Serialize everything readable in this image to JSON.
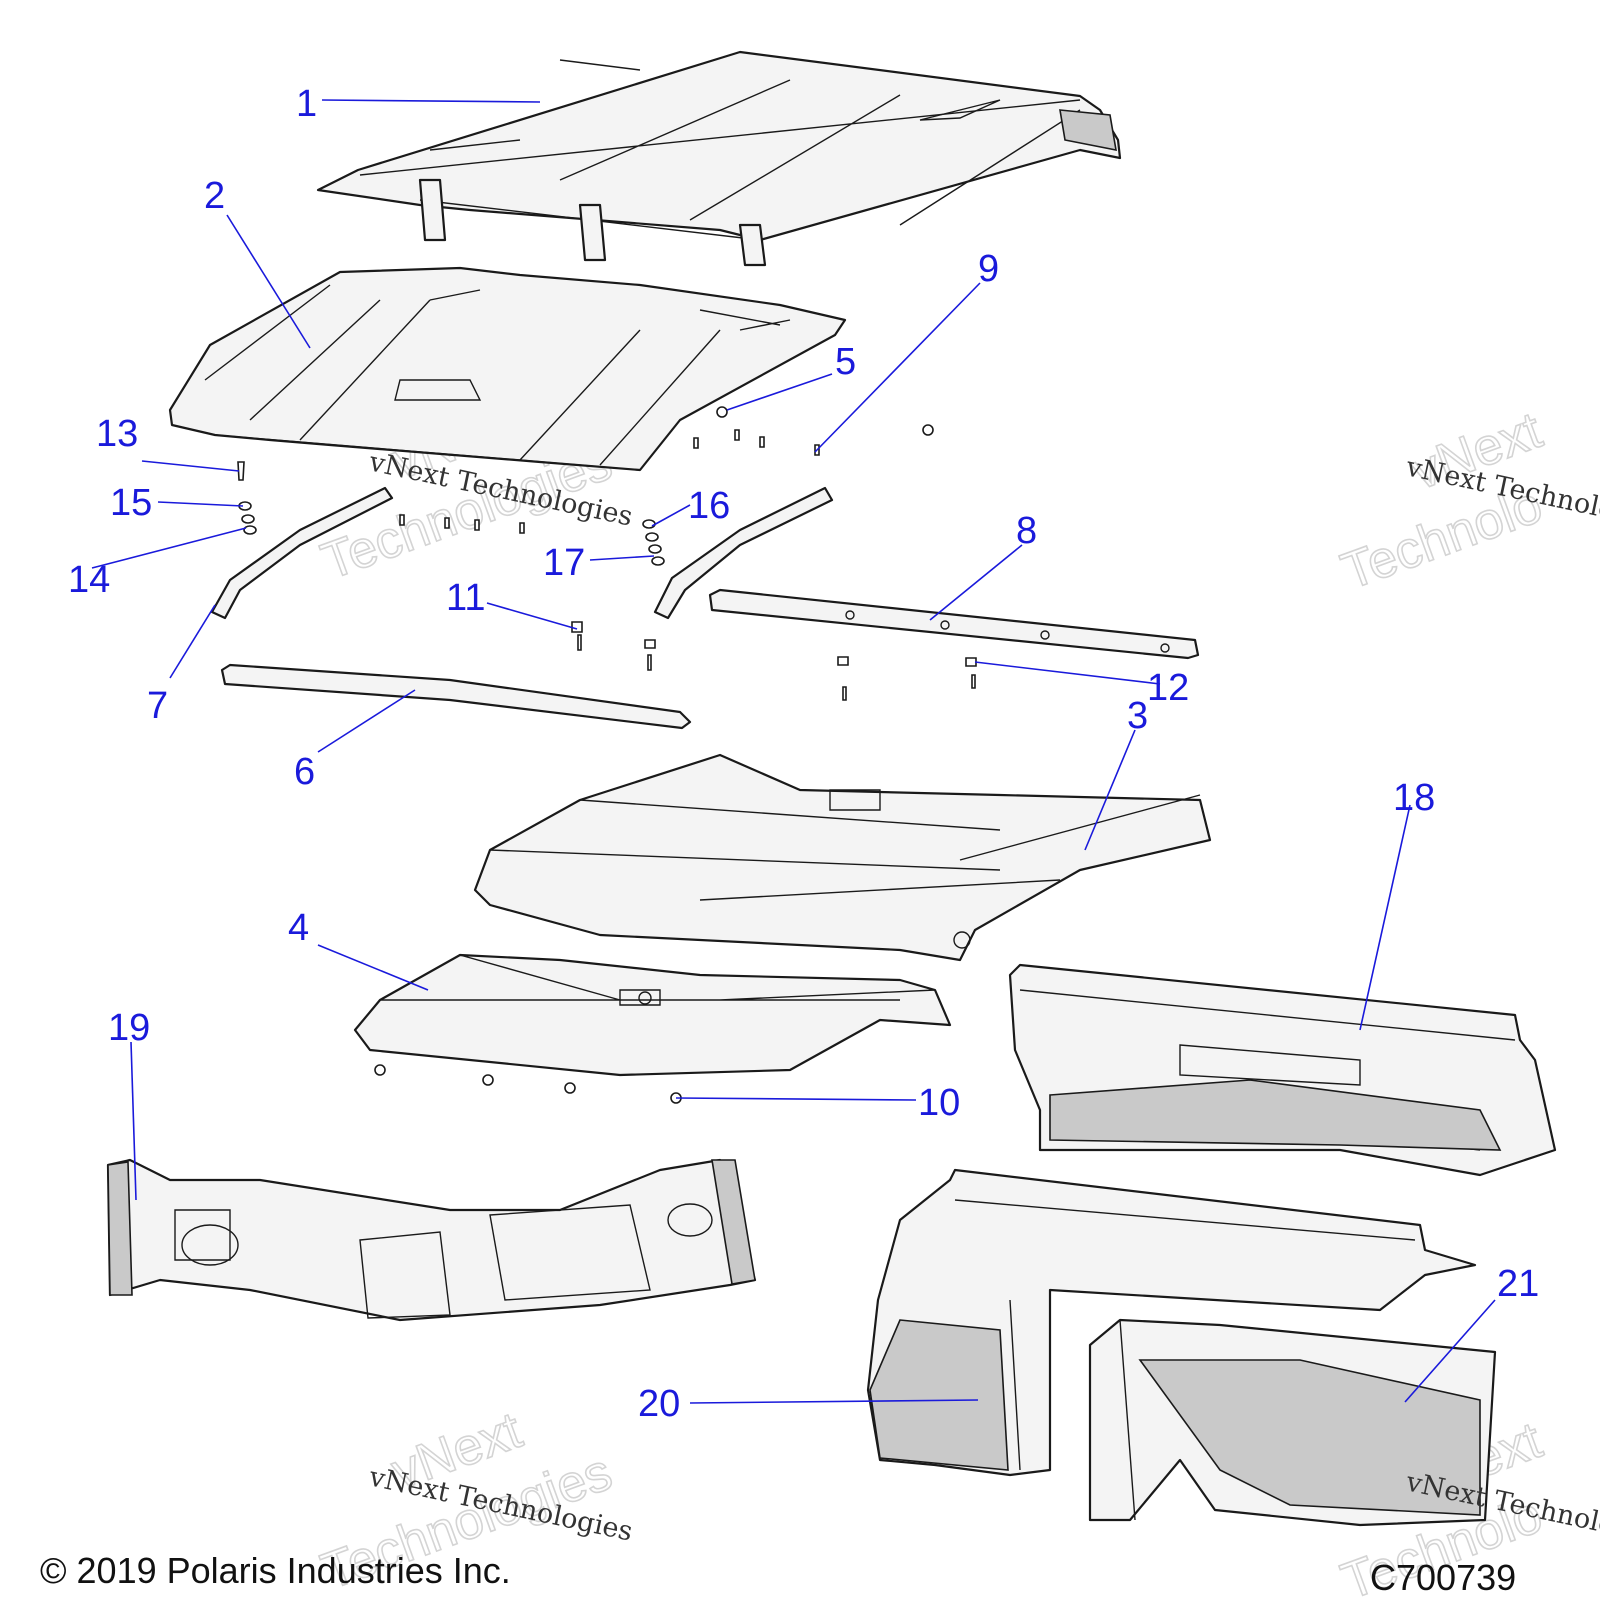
{
  "diagram": {
    "callouts": [
      "1",
      "2",
      "3",
      "4",
      "5",
      "6",
      "7",
      "8",
      "9",
      "10",
      "11",
      "12",
      "13",
      "14",
      "15",
      "16",
      "17",
      "18",
      "19",
      "20",
      "21"
    ],
    "watermark": {
      "line_small": "vNext Technologies",
      "line_vnext": "vNext",
      "line_tech": "Technologies",
      "partial_small": "vNext Technolo",
      "partial_vnext": "vNext",
      "partial_tech": "Technolo"
    },
    "footer": {
      "copyright": "© 2019 Polaris Industries Inc.",
      "code": "C700739"
    },
    "colors": {
      "callout": "#1a1adb",
      "line": "#1a1a1a",
      "shade": "#c9c9c9"
    }
  }
}
